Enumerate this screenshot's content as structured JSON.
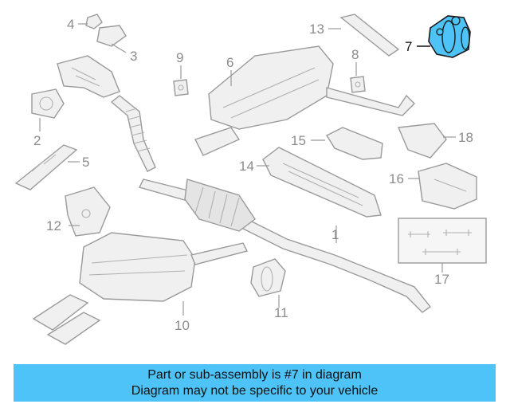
{
  "diagram": {
    "callouts": [
      "1",
      "2",
      "3",
      "4",
      "5",
      "6",
      "7",
      "8",
      "9",
      "10",
      "11",
      "12",
      "13",
      "14",
      "15",
      "16",
      "17",
      "18"
    ],
    "highlighted_part": "7",
    "highlight_color": "#4ec3f7"
  },
  "banner": {
    "line1": "Part or sub-assembly is #7 in diagram",
    "line2": "Diagram may not be specific to your vehicle",
    "background": "#4ec3f7"
  }
}
